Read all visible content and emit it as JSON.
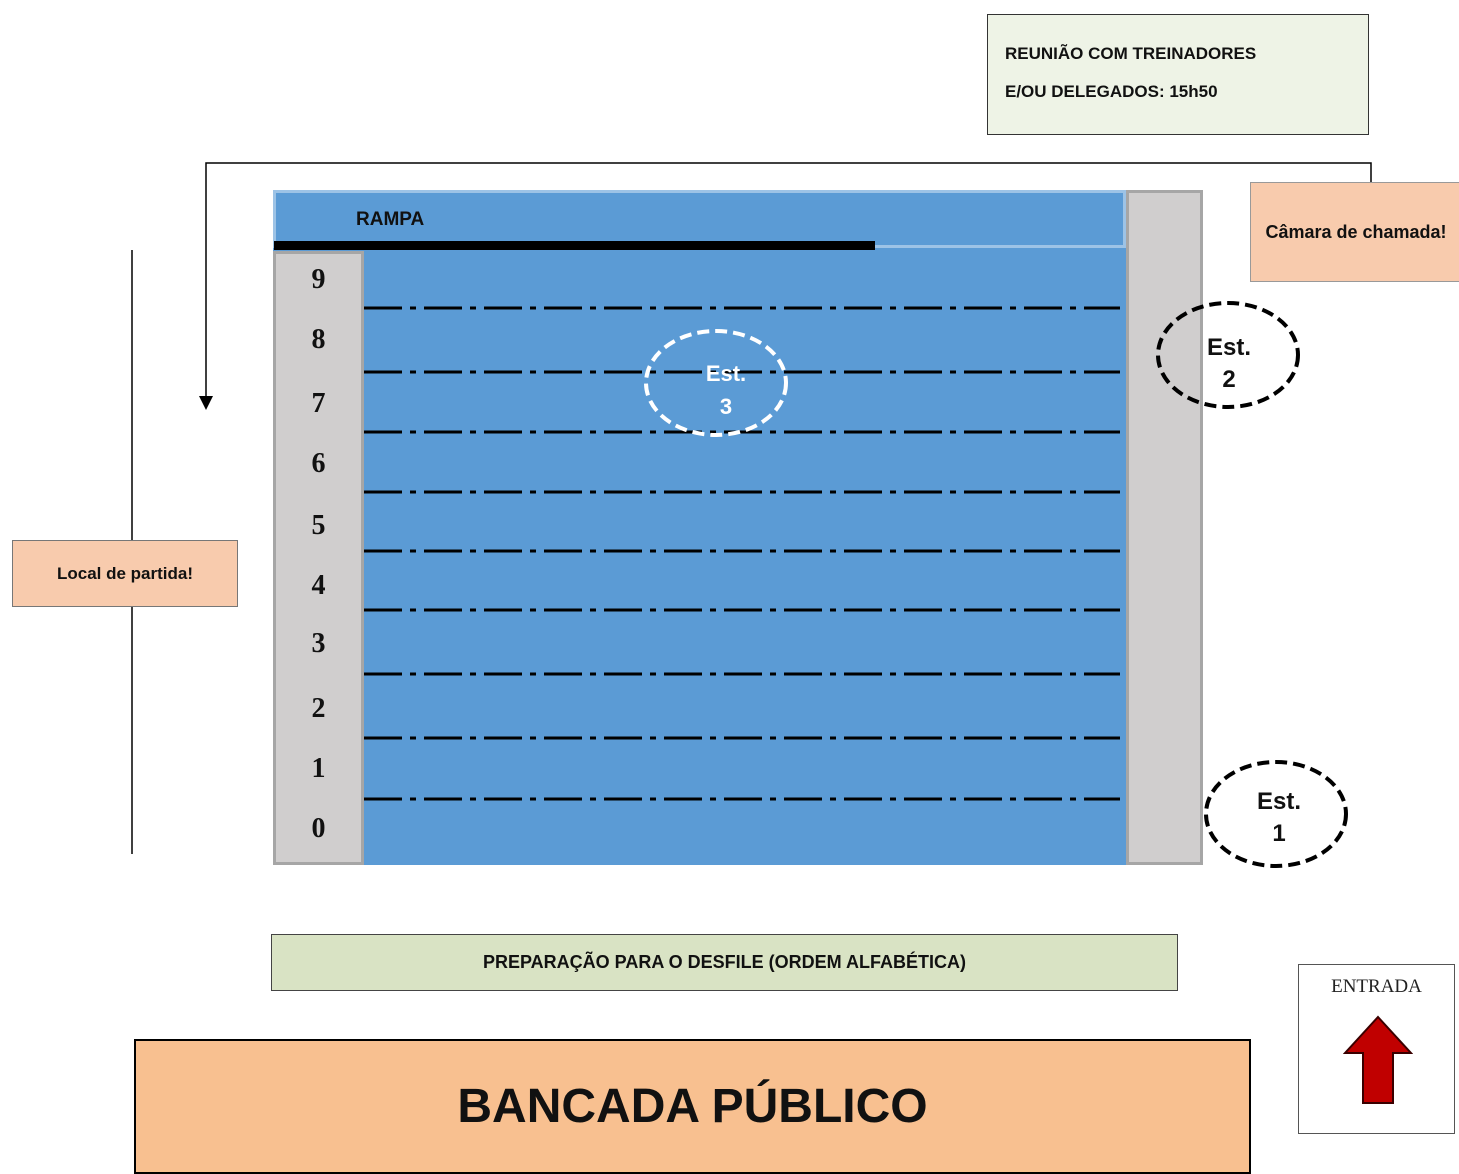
{
  "meeting_note": {
    "line1": "REUNIÃO COM TREINADORES",
    "line2": "E/OU DELEGADOS: 15h50"
  },
  "call_room": "Câmara de chamada!",
  "start_place": "Local de partida!",
  "ramp": "RAMPA",
  "lanes": [
    "9",
    "8",
    "7",
    "6",
    "5",
    "4",
    "3",
    "2",
    "1",
    "0"
  ],
  "stations": {
    "est1": {
      "line1": "Est.",
      "line2": "1"
    },
    "est2": {
      "line1": "Est.",
      "line2": "2"
    },
    "est3": {
      "line1": "Est.",
      "line2": "3"
    }
  },
  "parade_prep": "PREPARAÇÃO PARA O DESFILE (ORDEM ALFABÉTICA)",
  "stands": "BANCADA PÚBLICO",
  "entrance": "ENTRADA",
  "colors": {
    "pool": "#5b9bd5",
    "deck": "#d0cece",
    "call_room_fill": "#f8cbad",
    "stands_fill": "#f8c090",
    "parade_fill": "#d9e3c4",
    "arrow": "#c00000"
  }
}
